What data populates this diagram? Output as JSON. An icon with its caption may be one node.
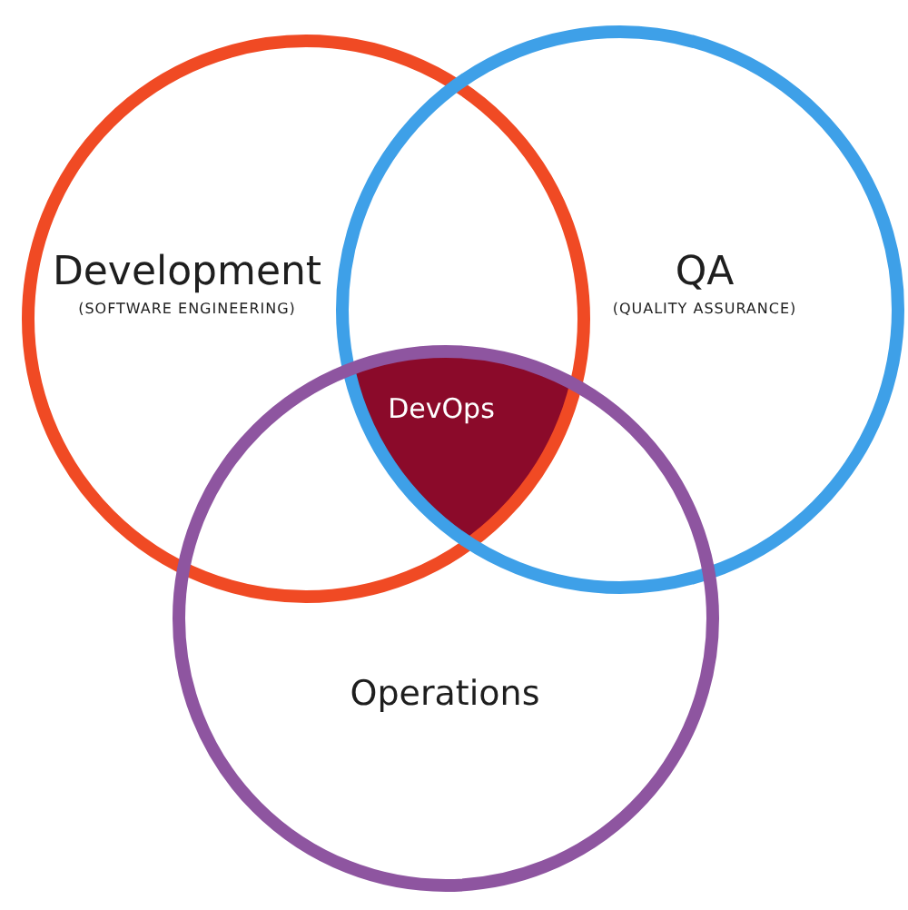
{
  "diagram": {
    "nodes": [
      {
        "text": [
          "Development",
          "(SOFTWARE ENGINEERING)"
        ]
      },
      {
        "text": [
          "QA",
          "(QUALITY ASSURANCE)"
        ]
      },
      {
        "text": [
          "Operations"
        ]
      },
      {
        "text": [
          "DevOps"
        ]
      }
    ]
  }
}
